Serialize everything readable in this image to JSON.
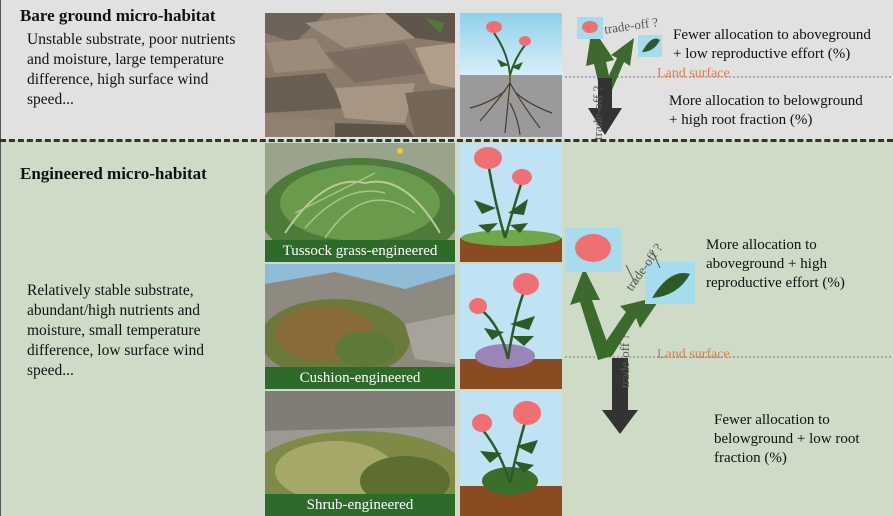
{
  "top": {
    "title": "Bare ground micro-habitat",
    "desc": [
      "Unstable substrate, poor nutrients",
      "and moisture, large temperature",
      "difference, high surface wind",
      "speed..."
    ],
    "label_above": [
      "Fewer allocation to aboveground",
      "+ low reproductive effort (%)"
    ],
    "label_below": [
      "More allocation to belowground",
      "+ high root fraction (%)"
    ],
    "land_surface": "Land surface",
    "tradeoff_upper": "trade-off ?",
    "tradeoff_vertical": "trade-off ?"
  },
  "bottom": {
    "title": "Engineered micro-habitat",
    "desc": [
      "Relatively stable substrate,",
      "abundant/high nutrients and",
      "moisture, small temperature",
      "difference, low surface wind",
      "speed..."
    ],
    "captions": [
      "Tussock grass-engineered",
      "Cushion-engineered",
      "Shrub-engineered"
    ],
    "label_above": [
      "More allocation to",
      "aboveground + high",
      "reproductive effort (%)"
    ],
    "label_below": [
      "Fewer allocation to",
      "belowground + low root",
      "fraction (%)"
    ],
    "land_surface": "Land surface",
    "tradeoff_upper": "trade-off ?",
    "tradeoff_vertical": "trade-off ?"
  },
  "colors": {
    "arrow_green": "#3c6a2c",
    "arrow_dark": "#333333",
    "land_surface": "#e07a55",
    "caption_bg": "#2e6b2a",
    "bare_bg": "#e1e1e1",
    "engineered_bg": "#cedbc6"
  }
}
